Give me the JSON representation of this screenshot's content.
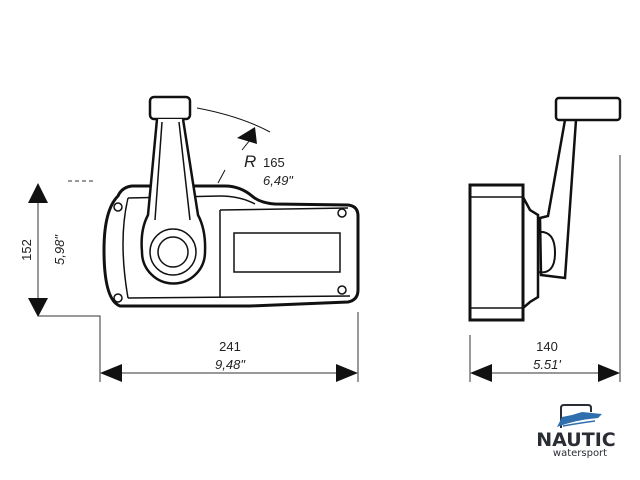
{
  "front_view": {
    "height_mm": "152",
    "height_in": "5,98\"",
    "width_mm": "241",
    "width_in": "9,48\"",
    "radius_symbol": "R",
    "radius_mm": "165",
    "radius_in": "6,49\""
  },
  "side_view": {
    "depth_mm": "140",
    "depth_in": "5.51'"
  },
  "logo": {
    "name": "NAUTIC",
    "tagline": "watersport",
    "color": "#2f6fae"
  }
}
